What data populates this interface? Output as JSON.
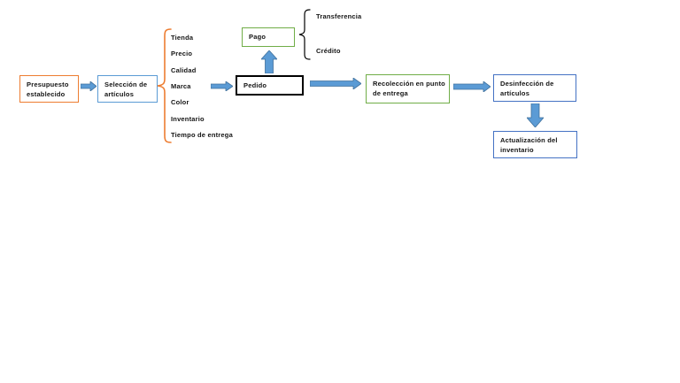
{
  "diagram": {
    "nodes": {
      "presupuesto": {
        "label": "Presupuesto establecido",
        "border_color": "#ED7D31"
      },
      "seleccion": {
        "label": "Selección de artículos",
        "border_color": "#5B9BD5"
      },
      "pedido": {
        "label": "Pedido",
        "border_color": "#000000"
      },
      "pago": {
        "label": "Pago",
        "border_color": "#70AD47"
      },
      "recoleccion": {
        "label": "Recolección en punto de entrega",
        "border_color": "#70AD47"
      },
      "desinfeccion": {
        "label": "Desinfección de artículos",
        "border_color": "#4472C4"
      },
      "actualizacion": {
        "label": "Actualización del inventario",
        "border_color": "#4472C4"
      }
    },
    "criteria_list": [
      "Tienda",
      "Precio",
      "Calidad",
      "Marca",
      "Color",
      "Inventario",
      "Tiempo de entrega"
    ],
    "payment_options": [
      "Transferencia",
      "Crédito"
    ],
    "arrow_fill_color": "#5B9BD5",
    "arrow_stroke_color": "#41719C",
    "brace_colors": {
      "criteria": "#ED7D31",
      "payment": "#000000"
    },
    "background_color": "#FFFFFF"
  }
}
